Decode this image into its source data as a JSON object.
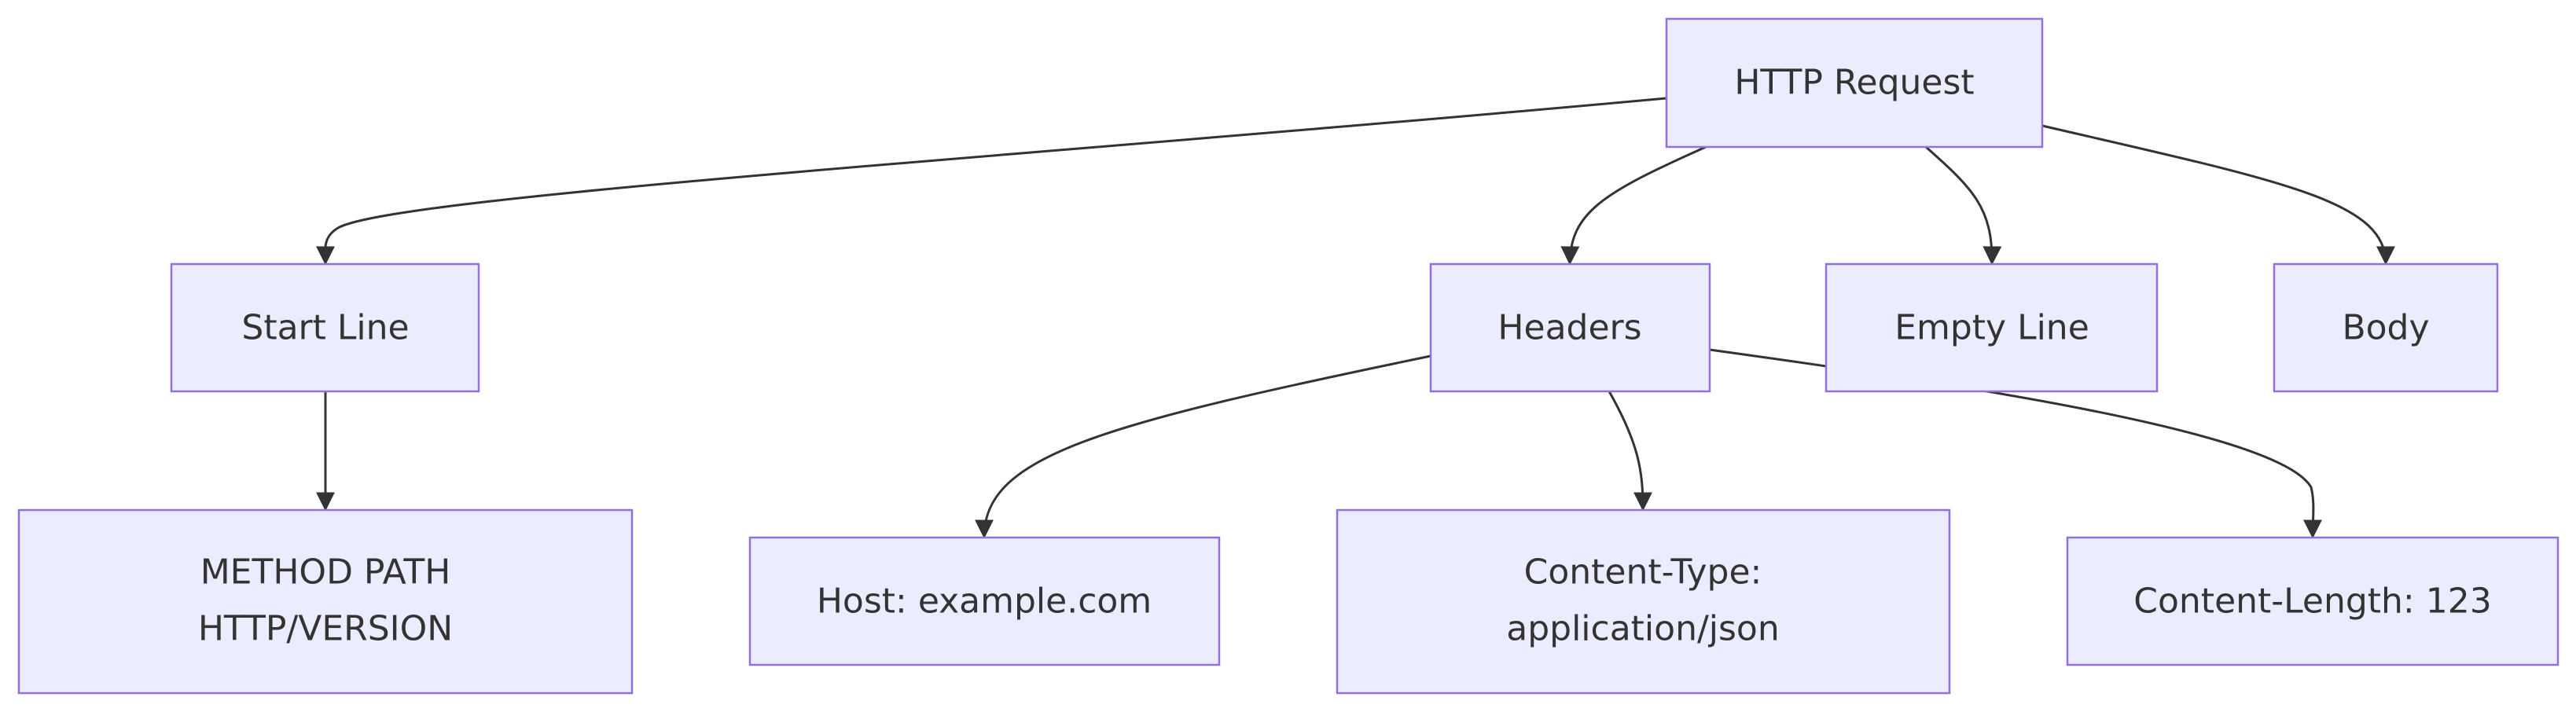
{
  "diagram": {
    "type": "flowchart",
    "direction": "top-down",
    "colors": {
      "node_fill": "#ececff",
      "node_border": "#9370db",
      "edge": "#333333",
      "text": "#333333",
      "background": "#ffffff"
    },
    "nodes": {
      "http_request": {
        "label": "HTTP Request"
      },
      "start_line": {
        "label": "Start Line"
      },
      "headers": {
        "label": "Headers"
      },
      "empty_line": {
        "label": "Empty Line"
      },
      "body": {
        "label": "Body"
      },
      "method_path": {
        "lines": [
          "METHOD PATH",
          "HTTP/VERSION"
        ]
      },
      "host": {
        "label": "Host: example.com"
      },
      "content_type": {
        "lines": [
          "Content-Type:",
          "application/json"
        ]
      },
      "content_length": {
        "label": "Content-Length: 123"
      }
    },
    "edges": [
      {
        "from": "HTTP Request",
        "to": "Start Line"
      },
      {
        "from": "HTTP Request",
        "to": "Headers"
      },
      {
        "from": "HTTP Request",
        "to": "Empty Line"
      },
      {
        "from": "HTTP Request",
        "to": "Body"
      },
      {
        "from": "Start Line",
        "to": "METHOD PATH HTTP/VERSION"
      },
      {
        "from": "Headers",
        "to": "Host: example.com"
      },
      {
        "from": "Headers",
        "to": "Content-Type: application/json"
      },
      {
        "from": "Headers",
        "to": "Content-Length: 123"
      }
    ]
  }
}
